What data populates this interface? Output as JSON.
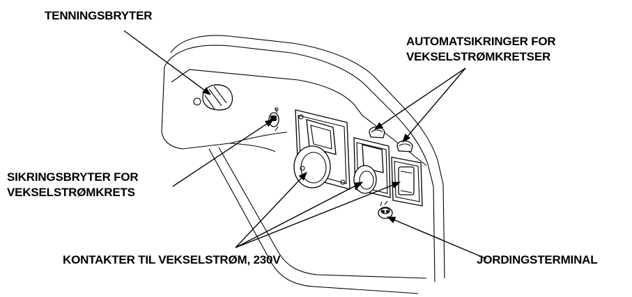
{
  "labels": {
    "ignition_switch": "TENNINGSBRYTER",
    "ac_breakers_line1": "AUTOMATSIKRINGER FOR",
    "ac_breakers_line2": "VEKSELSTRØMKRETSER",
    "circuit_breaker_switch_line1": "SIKRINGSBRYTER FOR",
    "circuit_breaker_switch_line2": "VEKSELSTRØMKRETS",
    "ac_receptacles": "KONTAKTER TIL VEKSELSTRØM, 230V",
    "ground_terminal": "JORDINGSTERMINAL"
  }
}
